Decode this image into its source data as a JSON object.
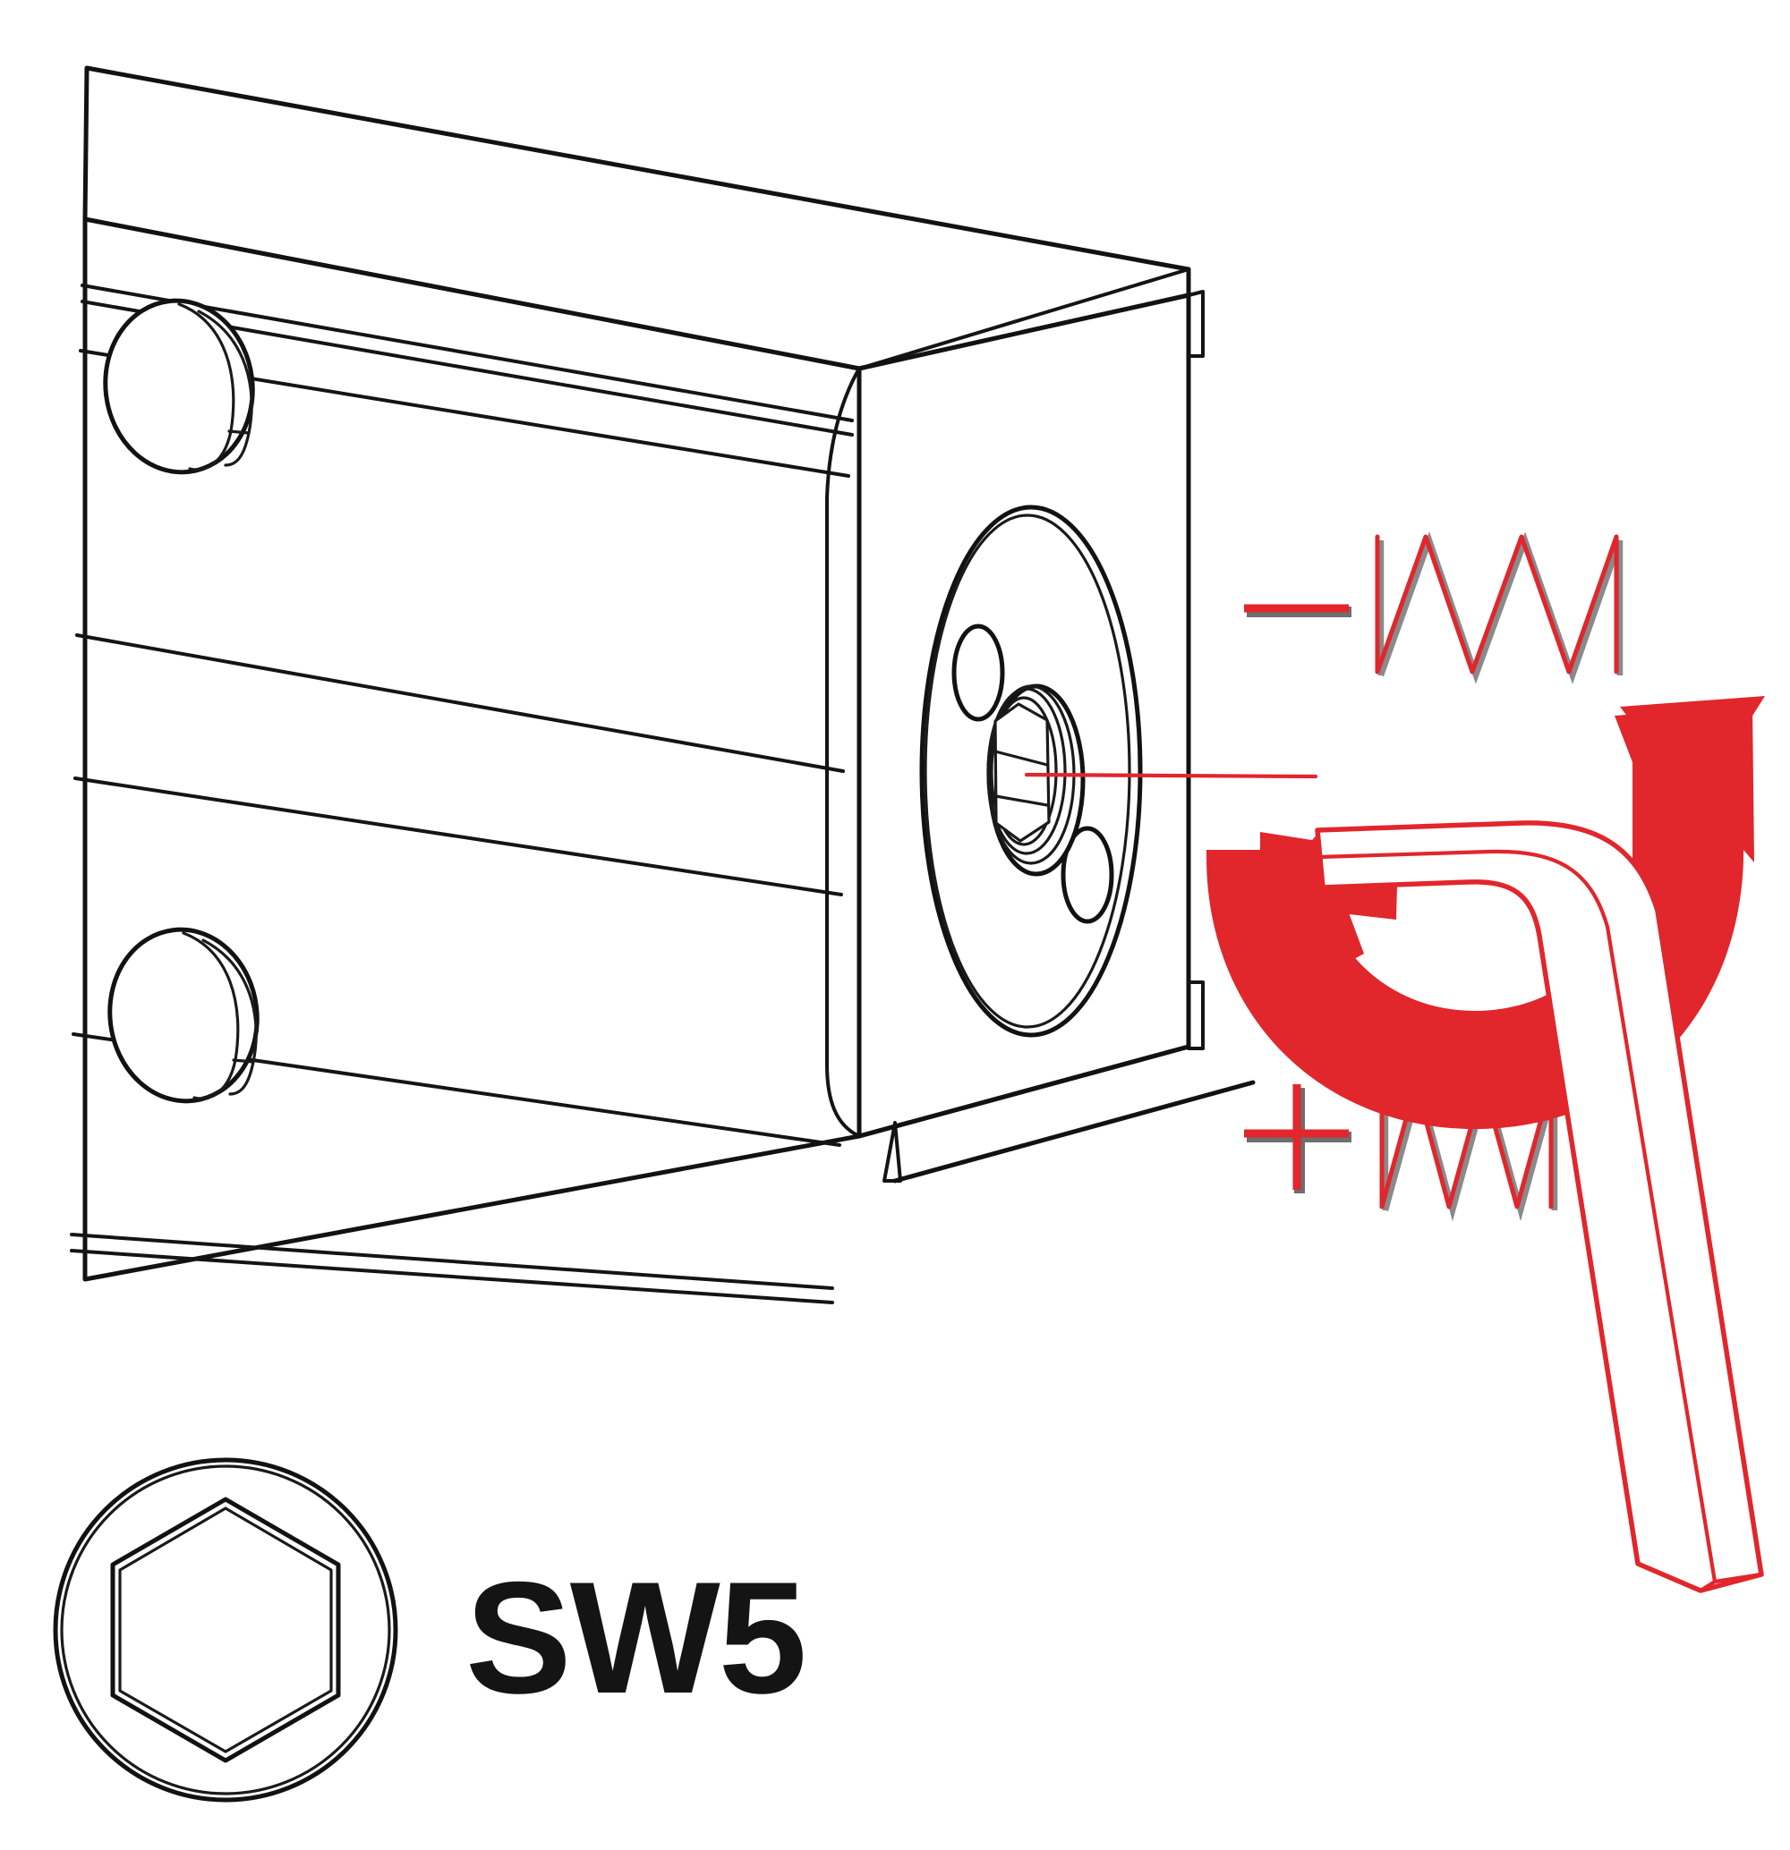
{
  "diagram": {
    "title": "Hex socket set screw adjustment instruction",
    "tool_size_label": "SW5",
    "colors": {
      "accent_red": "#E1262C",
      "line_black": "#121212",
      "shadow_gray": "#8a8a8a",
      "background": "#ffffff"
    },
    "callouts": {
      "decrease": {
        "sign": "minus",
        "sign_label": "−",
        "meaning": "loosen / spring extended",
        "spring_state": "extended",
        "spring_coils": 4
      },
      "increase": {
        "sign": "plus",
        "sign_label": "+",
        "meaning": "tighten / spring compressed",
        "spring_state": "compressed",
        "spring_coils": 3
      }
    },
    "rotation": {
      "type": "bidirectional",
      "arrow_count": 2,
      "directions": [
        "clockwise",
        "counter-clockwise"
      ]
    },
    "tool": {
      "name": "hex key",
      "alt_name": "allen wrench",
      "size": "SW5",
      "drive": "hexagon",
      "across_flats_mm": 5
    },
    "workpiece": {
      "name": "aluminium profile extrusion",
      "features": {
        "bore_holes": 2,
        "end_face_disc": 1,
        "set_screw": 1,
        "pilot_holes_on_disc": 2,
        "t_slot_grooves": 2
      }
    },
    "icon_legend": {
      "hex_socket": "hex-socket-icon",
      "minus_sign": "minus-sign-icon",
      "plus_sign": "plus-sign-icon",
      "spring_extended": "spring-extended-icon",
      "spring_compressed": "spring-compressed-icon",
      "rotation_arrows": "bidirectional-rotation-arrow-icon",
      "hex_key": "hex-key-icon",
      "pointer_line": "leader-line-icon"
    }
  }
}
